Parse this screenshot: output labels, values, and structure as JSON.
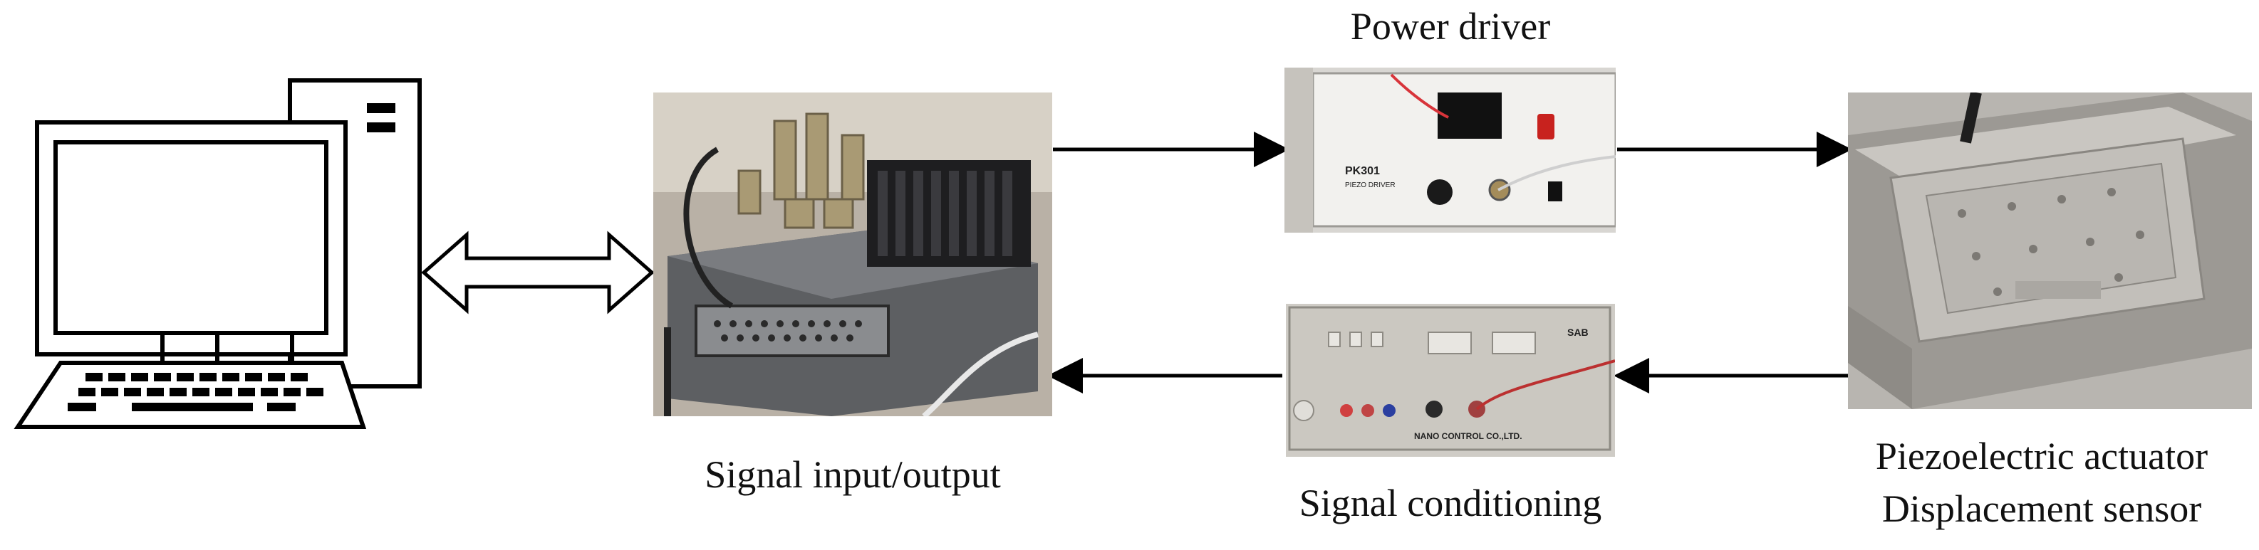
{
  "labels": {
    "power_driver": "Power driver",
    "signal_io": "Signal input/output",
    "signal_conditioning": "Signal conditioning",
    "actuator_line1": "Piezoelectric actuator",
    "actuator_line2": "Displacement sensor"
  },
  "photo_text": {
    "driver_model": "PK301",
    "driver_sub": "PIEZO DRIVER",
    "conditioner_brand": "SAB",
    "conditioner_maker": "NANO CONTROL CO.,LTD."
  },
  "colors": {
    "line": "#000000",
    "background": "#ffffff"
  }
}
